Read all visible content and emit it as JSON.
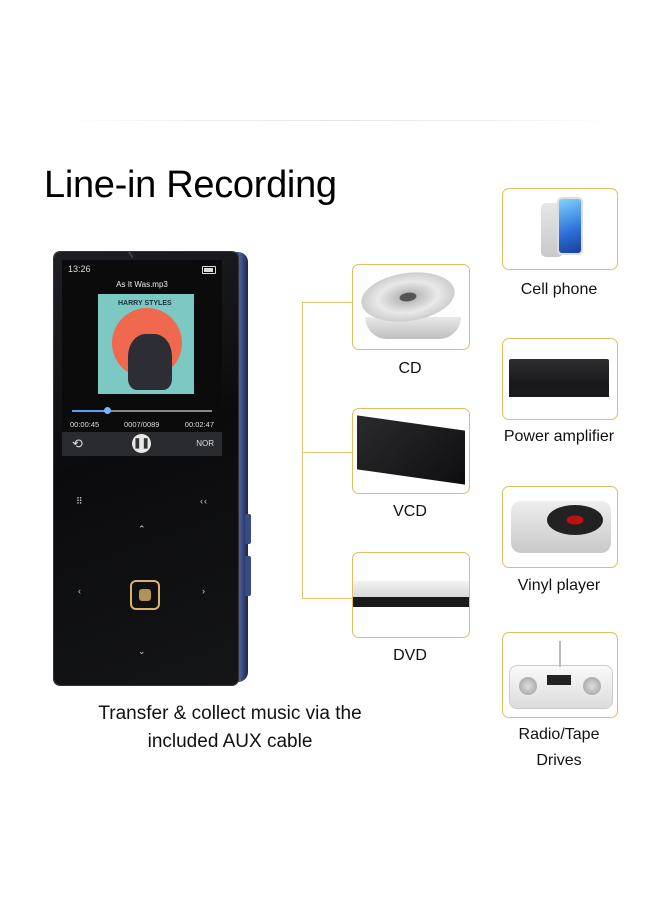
{
  "title": "Line-in Recording",
  "caption": {
    "line1": "Transfer & collect music via the",
    "line2": "included AUX cable"
  },
  "player": {
    "time": "13:26",
    "song": "As It Was.mp3",
    "cover_text": "HARRY STYLES",
    "elapsed": "00:00:45",
    "track": "0007/0089",
    "total": "00:02:47",
    "mode": "NOR",
    "progress_fraction": 0.25,
    "accent_color": "#5aa0f0",
    "body_color": "#0b0b0d",
    "edge_color": "#3a4c86",
    "icons": [
      "battery-icon",
      "repeat-icon",
      "pause-icon"
    ]
  },
  "sources": [
    {
      "label": "CD"
    },
    {
      "label": "VCD"
    },
    {
      "label": "DVD"
    }
  ],
  "devices": [
    {
      "label": "Cell phone"
    },
    {
      "label": "Power amplifier"
    },
    {
      "label": "Vinyl player"
    },
    {
      "label_line1": "Radio/Tape",
      "label_line2": "Drives"
    }
  ],
  "colors": {
    "card_border": "#e4be5e",
    "connector": "#e5c26f"
  }
}
